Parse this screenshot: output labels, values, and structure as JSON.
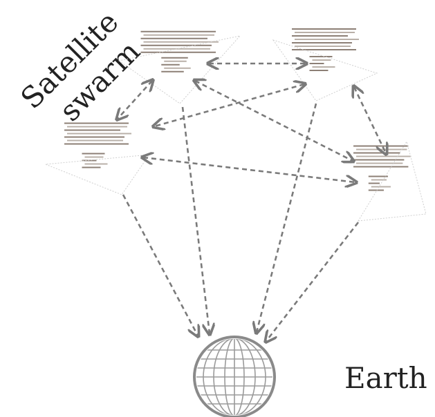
{
  "labels": {
    "swarm_line1": "Satellite",
    "swarm_line2": "swarm",
    "earth": "Earth"
  },
  "colors": {
    "arrow": "#7a7a7a",
    "satellite_stripe": "#8c7f75",
    "satellite_stripe_light": "#b9b0a8",
    "globe_outline": "#6e6e6e",
    "globe_grid": "#9a9a9a"
  },
  "icons": {
    "satellite": "satellite-icon",
    "earth": "globe-icon"
  }
}
